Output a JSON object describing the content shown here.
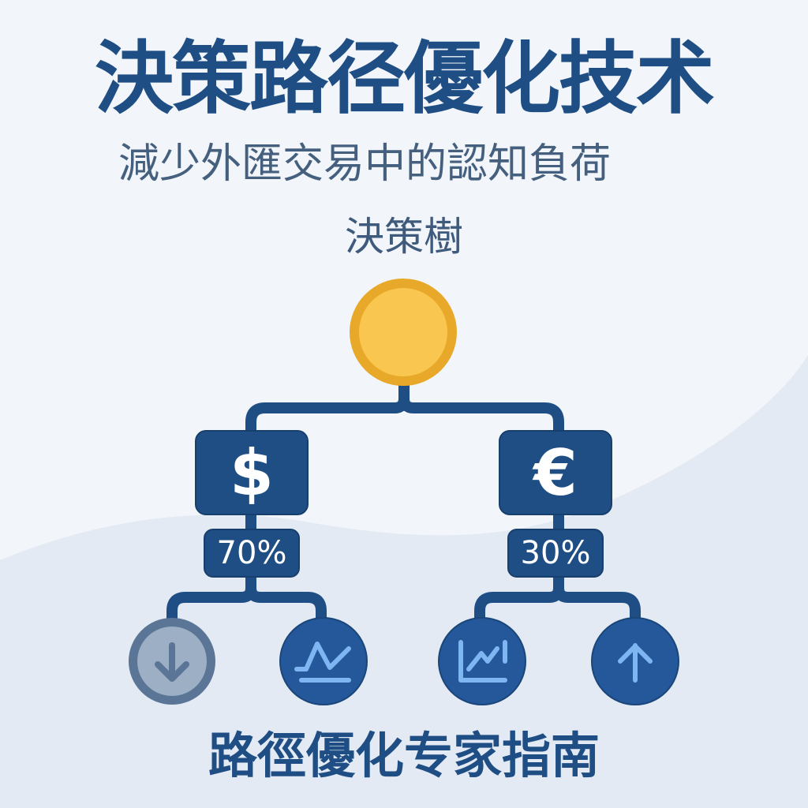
{
  "header": {
    "title": "決策路径優化技术",
    "subtitle": "減少外匯交易中的認知負荷"
  },
  "diagram": {
    "label": "決策樹",
    "root": {
      "icon": "gold-circle-icon",
      "color": "#f9c74f",
      "ring_color": "#e8a92a"
    },
    "branches": [
      {
        "currency_symbol": "$",
        "currency_icon": "dollar-icon",
        "probability": "70%",
        "leaves": [
          {
            "icon": "arrow-down-icon",
            "style": "muted"
          },
          {
            "icon": "line-spike-icon",
            "style": "active"
          }
        ]
      },
      {
        "currency_symbol": "€",
        "currency_icon": "euro-icon",
        "probability": "30%",
        "leaves": [
          {
            "icon": "trend-chart-icon",
            "style": "active"
          },
          {
            "icon": "arrow-up-icon",
            "style": "active"
          }
        ]
      }
    ]
  },
  "footer": {
    "title": "路徑優化专家指南"
  },
  "colors": {
    "primary": "#1f4e85",
    "accent_yellow": "#f9c74f",
    "icon_light": "#7db6f0",
    "muted_circle": "#8c9fb5",
    "background": "#f2f5f9"
  }
}
